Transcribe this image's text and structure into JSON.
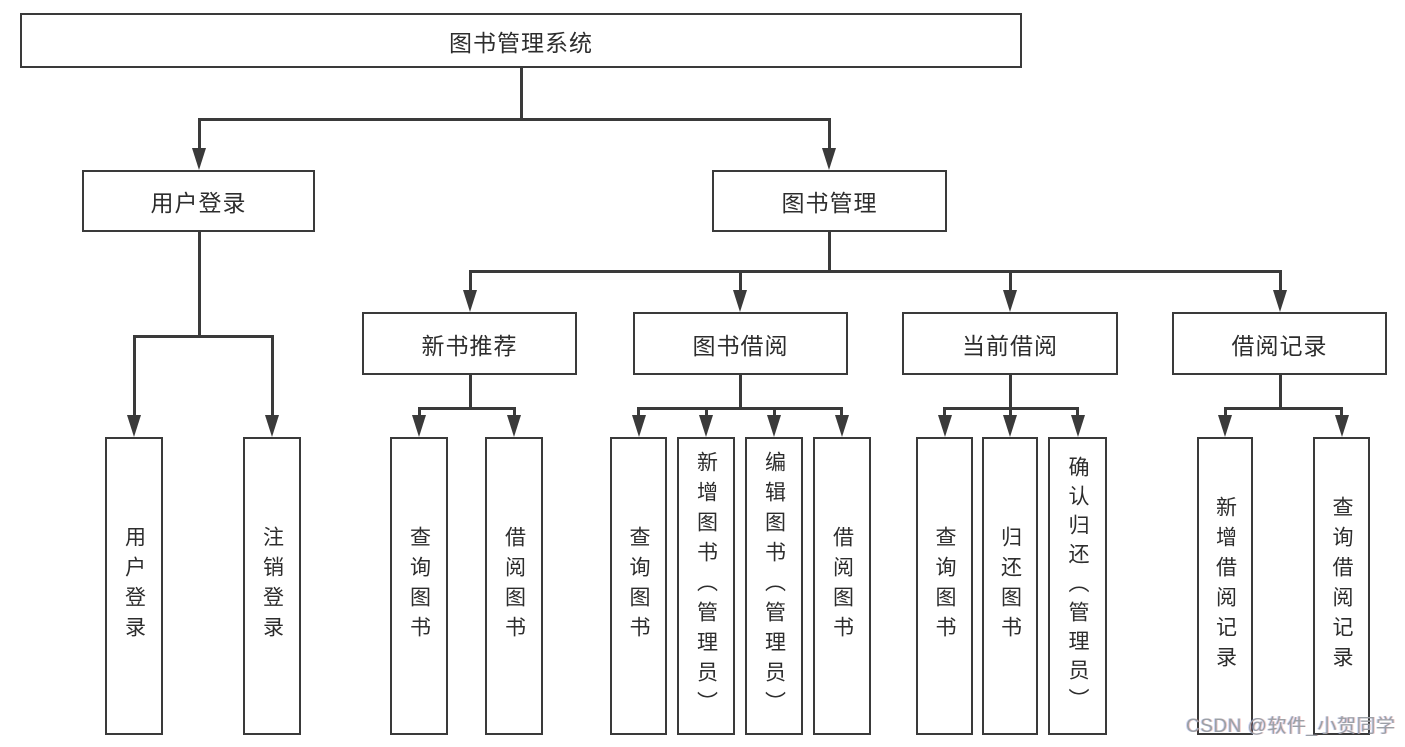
{
  "diagram": {
    "title": "图书管理系统",
    "nodes": {
      "root": {
        "label": "图书管理系统"
      },
      "level2": [
        {
          "id": "user-login",
          "label": "用户登录",
          "parent": "root"
        },
        {
          "id": "book-management",
          "label": "图书管理",
          "parent": "root"
        }
      ],
      "level3": [
        {
          "id": "new-book-recommend",
          "label": "新书推荐",
          "parent": "book-management"
        },
        {
          "id": "book-borrowing",
          "label": "图书借阅",
          "parent": "book-management"
        },
        {
          "id": "current-borrowing",
          "label": "当前借阅",
          "parent": "book-management"
        },
        {
          "id": "borrowing-records",
          "label": "借阅记录",
          "parent": "book-management"
        }
      ],
      "leaves": [
        {
          "label": "用户登录",
          "parent": "user-login"
        },
        {
          "label": "注销登录",
          "parent": "user-login"
        },
        {
          "label": "查询图书",
          "parent": "new-book-recommend"
        },
        {
          "label": "借阅图书",
          "parent": "new-book-recommend"
        },
        {
          "label": "查询图书",
          "parent": "book-borrowing"
        },
        {
          "label": "新增图书（管理员）",
          "parent": "book-borrowing"
        },
        {
          "label": "编辑图书（管理员）",
          "parent": "book-borrowing"
        },
        {
          "label": "借阅图书",
          "parent": "book-borrowing"
        },
        {
          "label": "查询图书",
          "parent": "current-borrowing"
        },
        {
          "label": "归还图书",
          "parent": "current-borrowing"
        },
        {
          "label": "确认归还（管理员）",
          "parent": "current-borrowing"
        },
        {
          "label": "新增借阅记录",
          "parent": "borrowing-records"
        },
        {
          "label": "查询借阅记录",
          "parent": "borrowing-records"
        }
      ]
    },
    "colors": {
      "line": "#3a3a3a",
      "box_border": "#3a3a3a",
      "box_fill": "#ffffff",
      "text": "#2d2d2d",
      "background": "#ffffff",
      "watermark": "#9ba0a6"
    }
  },
  "watermark": {
    "text": "CSDN @软件_小贺同学"
  }
}
